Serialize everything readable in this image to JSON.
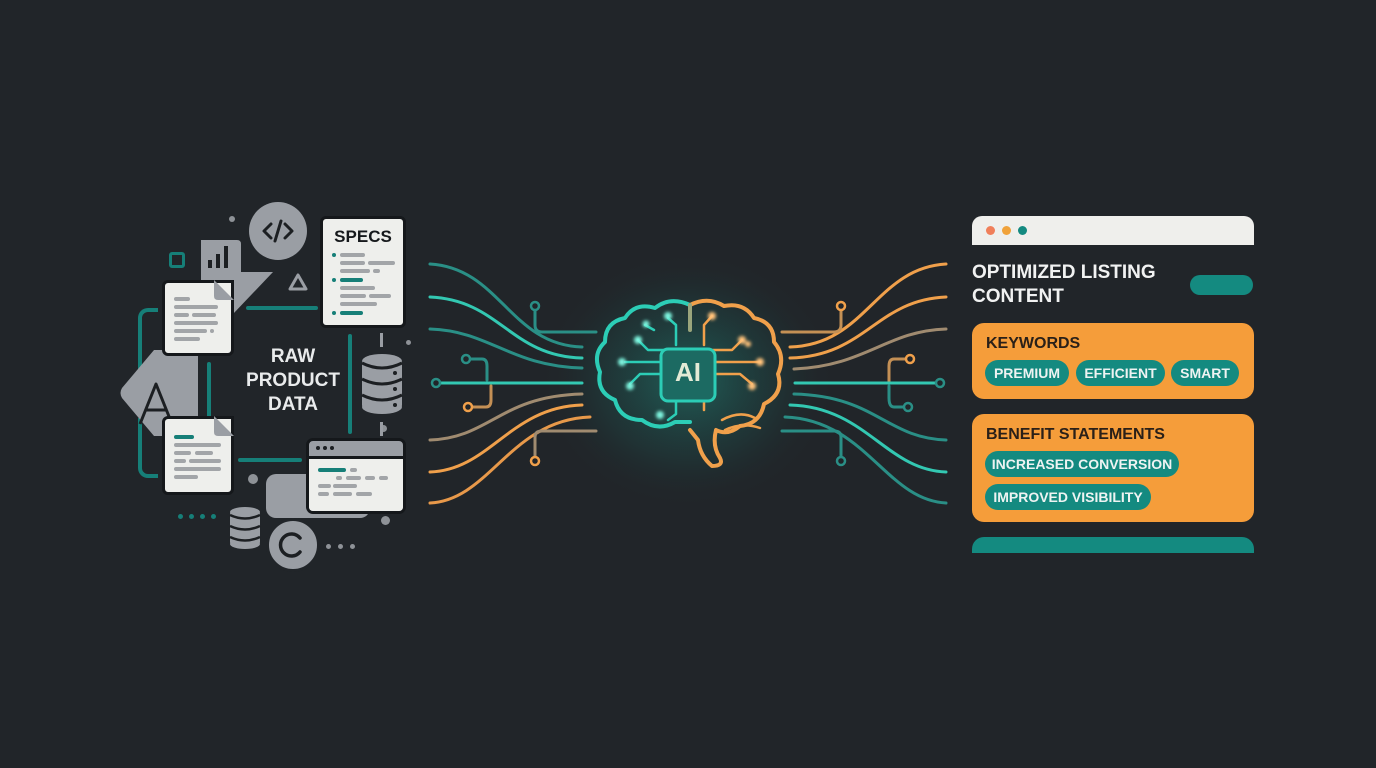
{
  "left_group": {
    "label_lines": [
      "RAW",
      "PRODUCT",
      "DATA"
    ],
    "specs_card": {
      "title": "SPECS"
    },
    "icons": [
      "code-icon",
      "bar-chart-icon",
      "document-icon",
      "triangle-icon",
      "font-a-icon",
      "database-icon",
      "browser-window-icon",
      "copyright-icon"
    ]
  },
  "center": {
    "chip_label": "AI",
    "colors": {
      "teal": "#2fd3bd",
      "orange": "#f0a04b"
    }
  },
  "right_panel": {
    "window_dots": [
      "#f07f5a",
      "#f0a23a",
      "#148a80"
    ],
    "title_lines": [
      "OPTIMIZED LISTING",
      "CONTENT"
    ],
    "keywords": {
      "title": "KEYWORDS",
      "chips": [
        "PREMIUM",
        "EFFICIENT",
        "SMART"
      ]
    },
    "benefits": {
      "title": "BENEFIT STATEMENTS",
      "chips": [
        "INCREASED CONVERSION",
        "IMPROVED VISIBILITY"
      ]
    }
  },
  "colors": {
    "background": "#212529",
    "teal": "#148a80",
    "orange": "#f59d3a",
    "grey": "#9a9ea4",
    "paper": "#eeefec"
  }
}
